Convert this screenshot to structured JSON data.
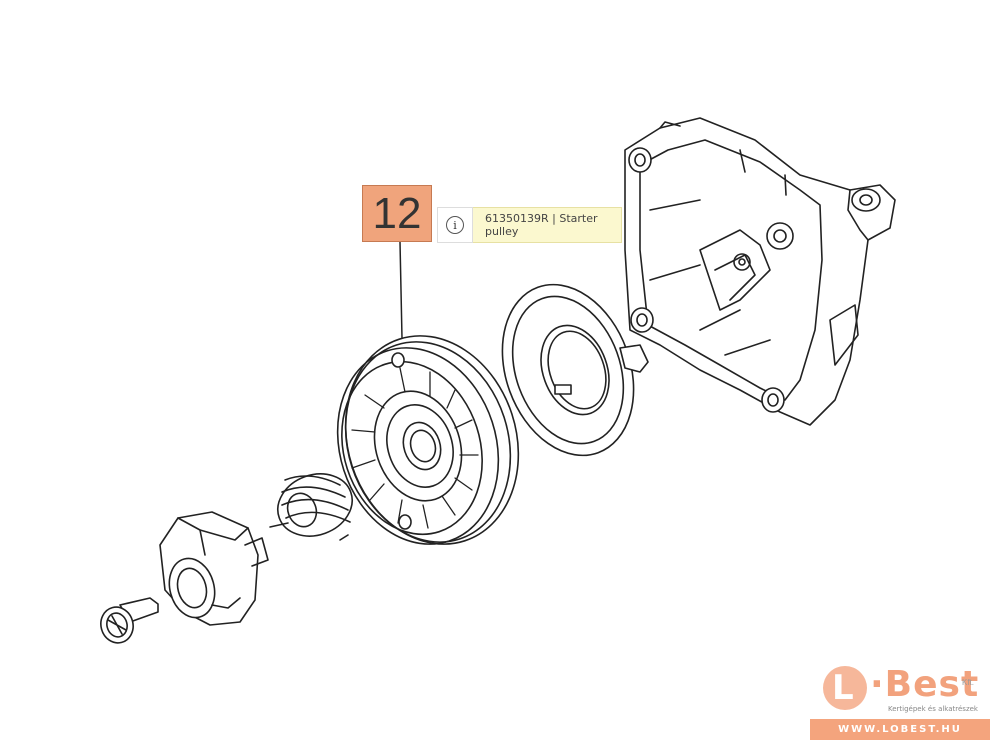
{
  "callout": {
    "number": "12"
  },
  "tooltip": {
    "info_icon": "info-icon",
    "text": "61350139R | Starter pulley"
  },
  "logo": {
    "mark": "L",
    "wordmark": "·Best",
    "suffix": "Kft.",
    "tagline": "Kertigépek és alkatrészek",
    "url": "WWW.LOBEST.HU"
  },
  "colors": {
    "callout_fill": "#f0a47c",
    "tooltip_fill": "#fbf8cf",
    "brand": "#f4a47d"
  }
}
